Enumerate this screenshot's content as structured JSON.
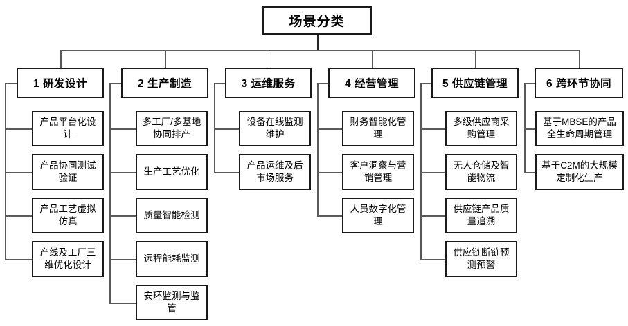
{
  "diagram": {
    "title": "场景分类",
    "root": {
      "label": "场景分类"
    },
    "columns": [
      {
        "header": "1 研发设计",
        "items": [
          "产品平台化设计",
          "产品协同测试验证",
          "产品工艺虚拟仿真",
          "产线及工厂三维优化设计"
        ]
      },
      {
        "header": "2 生产制造",
        "items": [
          "多工厂/多基地协同排产",
          "生产工艺优化",
          "质量智能检测",
          "远程能耗监测",
          "安环监测与监管"
        ]
      },
      {
        "header": "3 运维服务",
        "items": [
          "设备在线监测维护",
          "产品运维及后市场服务"
        ]
      },
      {
        "header": "4 经营管理",
        "items": [
          "财务智能化管理",
          "客户洞察与营销管理",
          "人员数字化管理"
        ]
      },
      {
        "header": "5 供应链管理",
        "items": [
          "多级供应商采购管理",
          "无人仓储及智能物流",
          "供应链产品质量追溯",
          "供应链断链预测预警"
        ]
      },
      {
        "header": "6 跨环节协同",
        "items": [
          "基于MBSE的产品全生命周期管理",
          "基于C2M的大规模定制化生产"
        ]
      }
    ]
  },
  "colors": {
    "border": "#1a1a1a",
    "connector": "#5a5a5a",
    "background": "#ffffff",
    "text": "#000000"
  }
}
